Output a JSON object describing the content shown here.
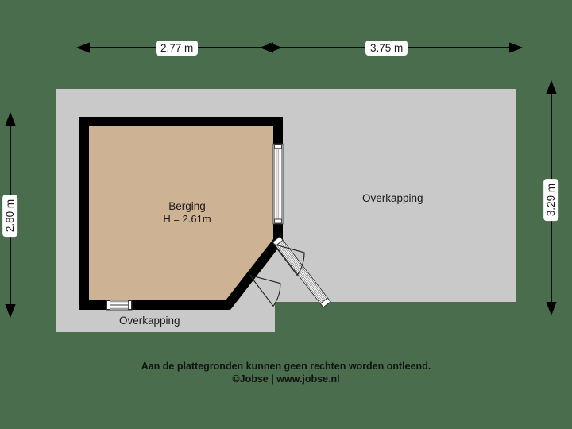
{
  "palette": {
    "background": "#4a6e4d",
    "canopy_fill": "#c9c9c9",
    "room_fill": "#cdb293",
    "wall": "#000000",
    "glazing": "#ffffff",
    "dimension_line": "#000000",
    "text": "#1a1a1a"
  },
  "dimensions": {
    "top_left": {
      "value": "2.77 m"
    },
    "top_right": {
      "value": "3.75 m"
    },
    "left": {
      "value": "2.80 m"
    },
    "right": {
      "value": "3.29 m"
    }
  },
  "rooms": [
    {
      "name": "Berging",
      "height_label": "H = 2.61m"
    }
  ],
  "areas": [
    {
      "name": "Overkapping",
      "position": "right"
    },
    {
      "name": "Overkapping",
      "position": "bottom"
    }
  ],
  "openings": [
    {
      "type": "window",
      "location": "east-wall"
    },
    {
      "type": "double-door",
      "location": "south-east-bevel"
    },
    {
      "type": "window",
      "location": "south-wall"
    }
  ],
  "footer": {
    "line1": "Aan de plattegronden kunnen geen rechten worden ontleend.",
    "line2": "©Jobse | www.jobse.nl"
  }
}
